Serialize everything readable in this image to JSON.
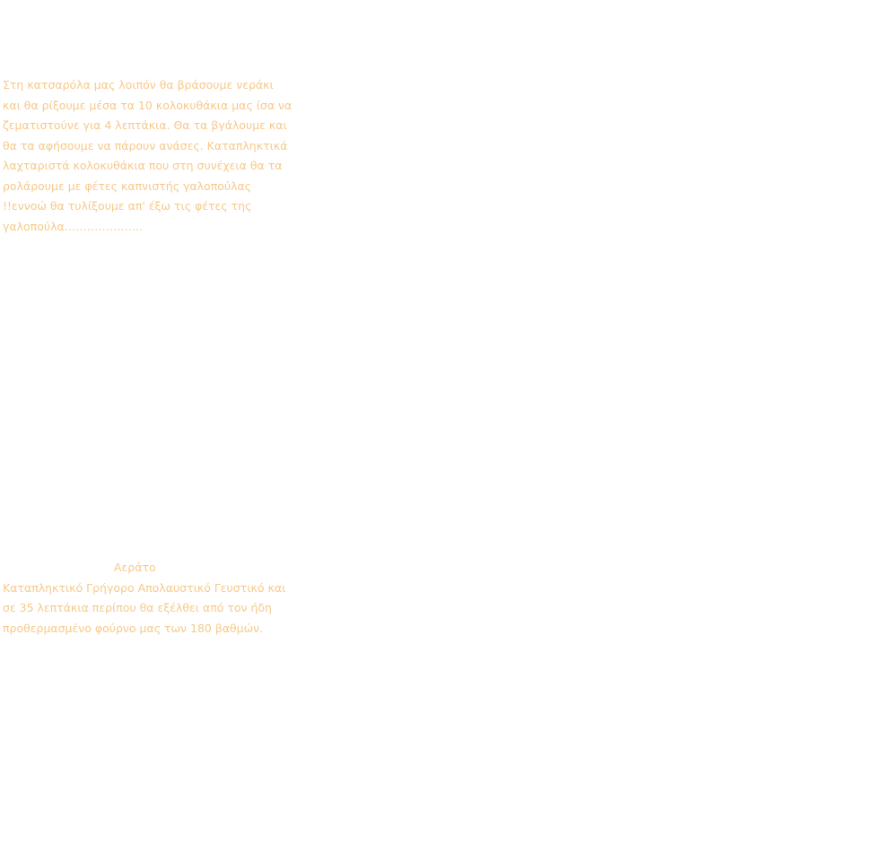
{
  "recipe": {
    "paragraph_1": {
      "lines": [
        "Στη κατσαρόλα μας λοιπόν θα βράσουμε νεράκι",
        "και θα ρίξουμε μέσα τα 10 κολοκυθάκια μας ίσα να",
        "ζεματιστούνε για 4 λεπτάκια. Θα τα βγάλουμε και",
        "θα τα αφήσουμε να πάρουν ανάσες. Καταπληκτικά",
        "λαχταριστά κολοκυθάκια που στη συνέχεια θα τα",
        "ρολάρουμε με φέτες καπνιστής γαλοπούλας",
        "!!εννοώ θα τυλίξουμε απ' έξω τις φέτες της",
        "γαλοπούλα…………………"
      ]
    },
    "paragraph_2": {
      "title": "Αεράτο",
      "lines": [
        "Καταπληκτικό Γρήγορο Απολαυστικό Γευστικό και",
        "σε 35 λεπτάκια περίπου θα εξέλθει από τον ήδη",
        "προθερμασμένο φούρνο μας των 180 βαθμών."
      ]
    }
  },
  "colors": {
    "text": "#f7c98a",
    "background": "#ffffff"
  }
}
